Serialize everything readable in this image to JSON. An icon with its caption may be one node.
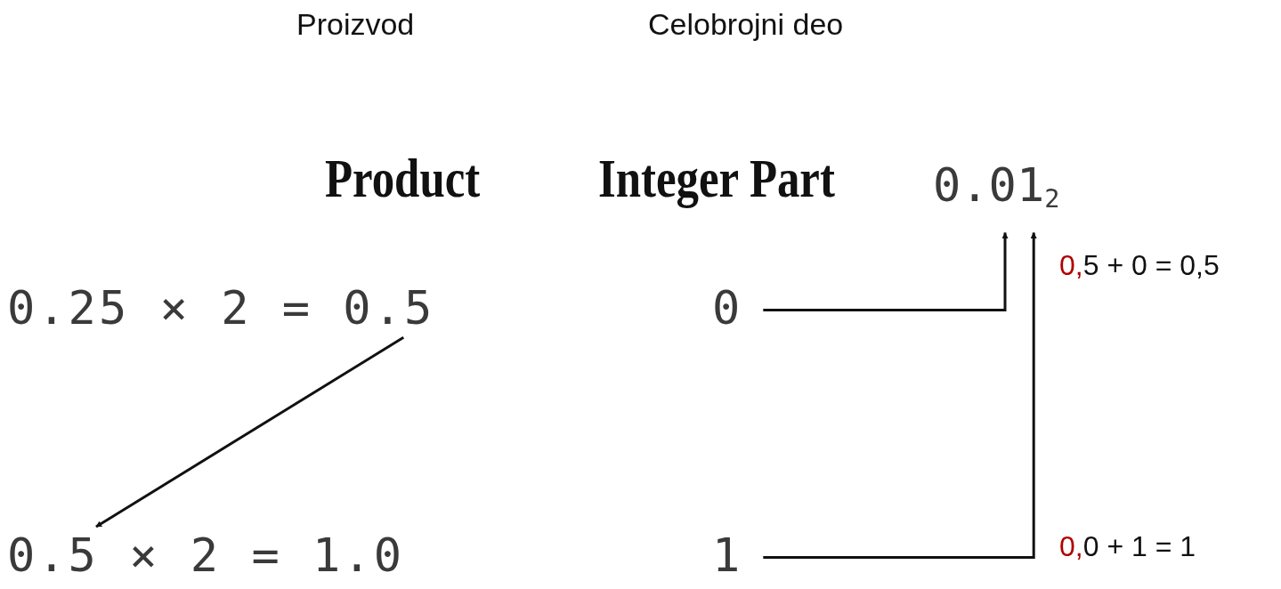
{
  "diagram": {
    "nodes": [
      {
        "text": [
          "0.25 × 2 = 0.5"
        ]
      },
      {
        "text": [
          "0.5 × 2 = 1.0"
        ]
      },
      {
        "text": [
          "0"
        ]
      },
      {
        "text": [
          "1"
        ]
      },
      {
        "text": [
          "0.01$_{2}$"
        ]
      }
    ],
    "edges": [
      {
        "from": 0,
        "to": 1,
        "arrow": "to"
      },
      {
        "from": 2,
        "to": 4,
        "arrow": "to"
      },
      {
        "from": 3,
        "to": 4,
        "arrow": "to"
      }
    ],
    "labels": [
      "Proizvod",
      "Celobrojni deo",
      "Product",
      "Integer Part",
      "0,5 + 0 = 0,5",
      "0,0 + 1 = 1"
    ]
  }
}
